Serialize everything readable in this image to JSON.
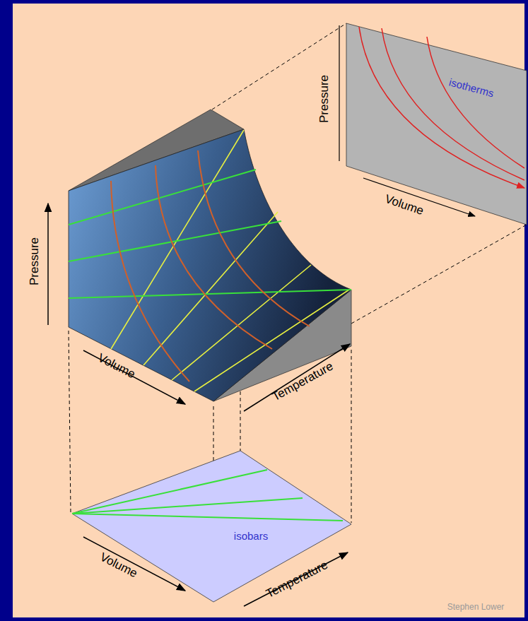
{
  "diagram": {
    "labels": [
      "Pressure",
      "Volume",
      "Temperature",
      "Pressure",
      "Volume",
      "isotherms",
      "Volume",
      "Temperature",
      "isobars",
      "Stephen Lower"
    ]
  }
}
